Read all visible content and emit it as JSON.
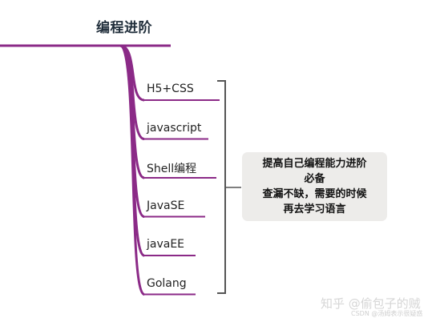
{
  "root": {
    "title": "编程进阶"
  },
  "branches": [
    {
      "label": "H5+CSS"
    },
    {
      "label": "javascript"
    },
    {
      "label": "Shell编程"
    },
    {
      "label": "JavaSE"
    },
    {
      "label": "javaEE"
    },
    {
      "label": "Golang"
    }
  ],
  "note": {
    "lines": [
      "提高自己编程能力进阶",
      "必备",
      "查漏不缺，需要的时候",
      "再去学习语言"
    ]
  },
  "watermark": {
    "main": "知乎 @偷包子的贼",
    "csdn": "CSDN @汤姆表示很疑惑"
  },
  "colors": {
    "branch_line": "#8b2a87",
    "bracket": "#555555",
    "note_bg": "#edecea"
  }
}
